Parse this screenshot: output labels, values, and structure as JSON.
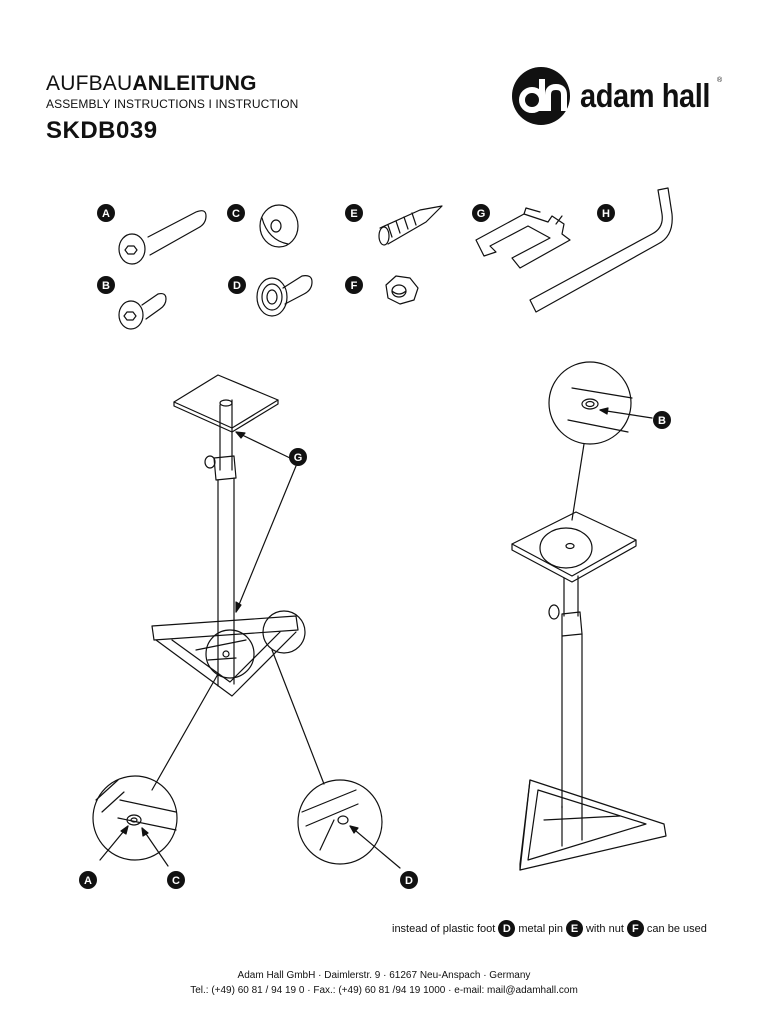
{
  "header": {
    "title_light": "AUFBAU",
    "title_bold": "ANLEITUNG",
    "subtitle": "ASSEMBLY INSTRUCTIONS I INSTRUCTION",
    "model": "SKDB039"
  },
  "logo": {
    "text": "adam hall",
    "registered": "®"
  },
  "parts": {
    "labels": [
      "A",
      "B",
      "C",
      "D",
      "E",
      "F",
      "G",
      "H"
    ]
  },
  "callouts": {
    "g": "G",
    "b": "B",
    "a": "A",
    "c": "C",
    "d": "D"
  },
  "note": {
    "text1": "instead of plastic foot",
    "badge1": "D",
    "text2": "metal pin",
    "badge2": "E",
    "text3": "with nut",
    "badge3": "F",
    "text4": "can be used"
  },
  "footer": {
    "line1": "Adam Hall GmbH · Daimlerstr. 9 · 61267 Neu-Anspach · Germany",
    "line2": "Tel.: (+49) 60 81 / 94 19 0 · Fax.: (+49) 60 81 /94 19 1000 · e-mail: mail@adamhall.com"
  }
}
